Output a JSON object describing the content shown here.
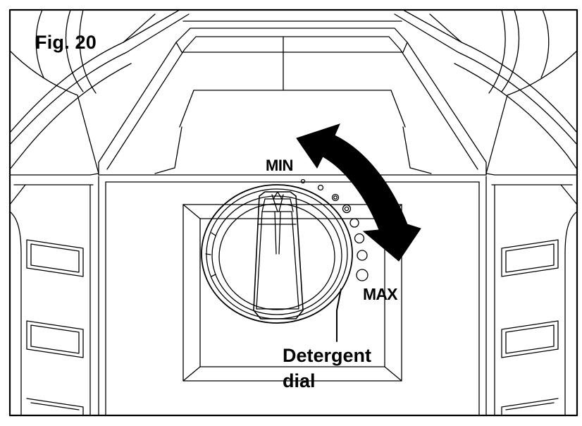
{
  "figure": {
    "label": "Fig. 20"
  },
  "dial": {
    "min_label": "MIN",
    "max_label": "MAX",
    "callout_line1": "Detergent",
    "callout_line2": "dial",
    "setting_positions": 8
  },
  "colors": {
    "line": "#000000",
    "background": "#ffffff"
  }
}
